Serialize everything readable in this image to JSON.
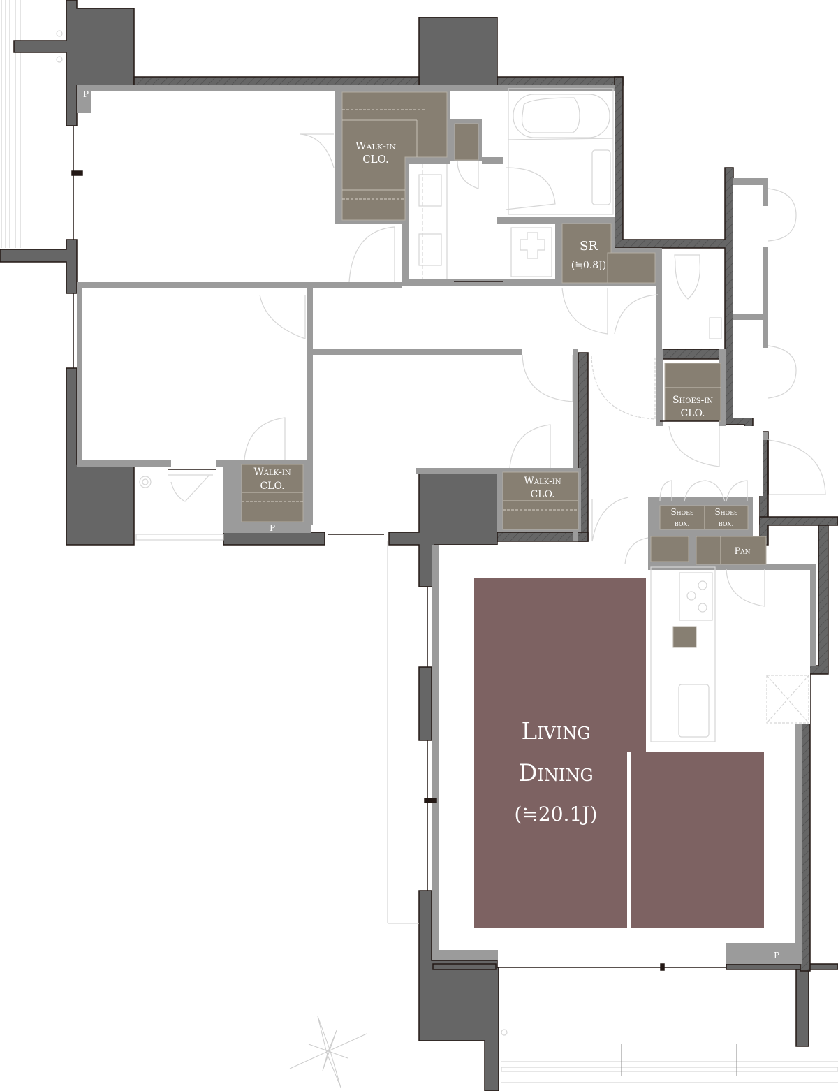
{
  "title": "Floor Plan",
  "colors": {
    "structural_wall": "#666666",
    "partition_wall": "#9b9b9b",
    "storage": "#877f72",
    "living_dining": "#7d6262",
    "fixture_line": "#d6d6d6",
    "outline": "#231815"
  },
  "rooms": {
    "walk_in_clo_1": {
      "line1": "Walk-in",
      "line2": "CLO."
    },
    "sr": {
      "line1": "SR",
      "line2": "(≒0.8J)"
    },
    "shoes_in_clo": {
      "line1": "Shoes-in",
      "line2": "CLO."
    },
    "walk_in_clo_2": {
      "line1": "Walk-in",
      "line2": "CLO."
    },
    "walk_in_clo_3": {
      "line1": "Walk-in",
      "line2": "CLO."
    },
    "shoes_box_1": {
      "line1": "Shoes",
      "line2": "box."
    },
    "shoes_box_2": {
      "line1": "Shoes",
      "line2": "box."
    },
    "pan": {
      "line1": "Pan"
    },
    "living_dining": {
      "line1": "Living",
      "line2": "Dining",
      "line3": "(≒20.1J)"
    }
  },
  "pipe_space_markers": [
    "P",
    "P",
    "P"
  ],
  "compass": {
    "icon": "compass-star-icon"
  }
}
